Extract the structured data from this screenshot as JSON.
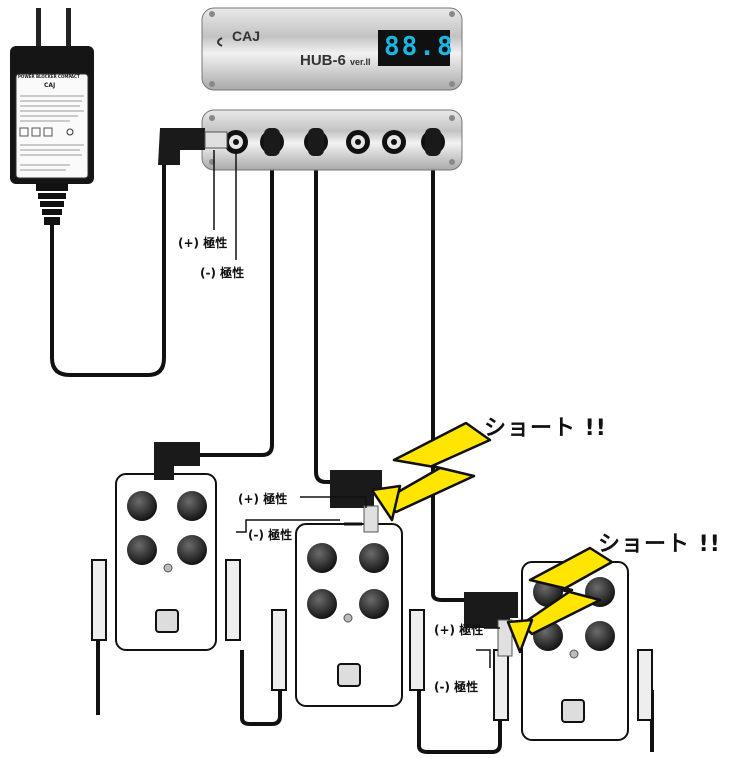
{
  "hub": {
    "brand": "CAJ",
    "model": "HUB-6",
    "version": "ver.II",
    "display": "88.8"
  },
  "adapter": {
    "header": "POWER BLOCKER COMPACT",
    "brand": "CAJ"
  },
  "labels": {
    "plus": "(+) 極性",
    "minus": "(-) 極性",
    "short": "ショート !!"
  }
}
